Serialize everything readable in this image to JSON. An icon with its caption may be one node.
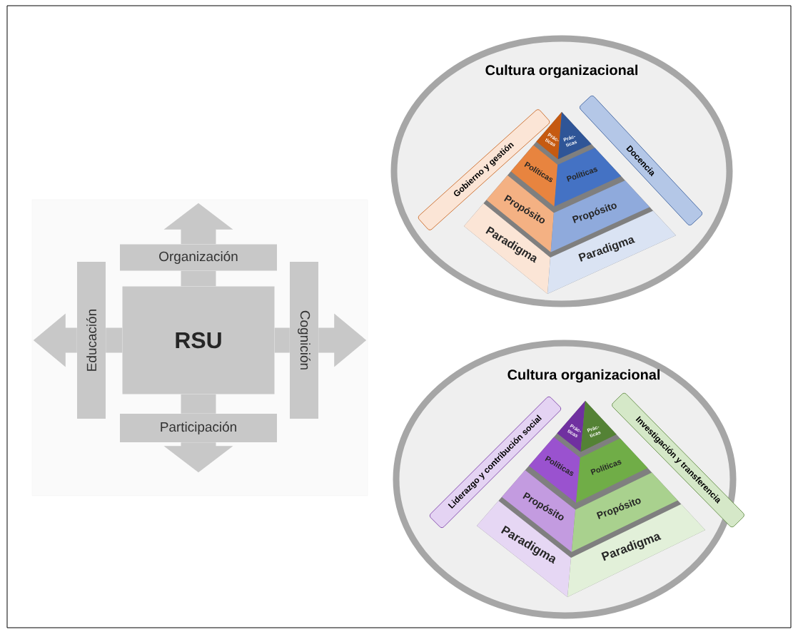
{
  "diagram": {
    "nodes": [
      {
        "text": [
          "Organización"
        ]
      },
      {
        "text": [
          "Educación"
        ]
      },
      {
        "text": [
          "RSU"
        ]
      },
      {
        "text": [
          "Cognición"
        ]
      },
      {
        "text": [
          "Participación"
        ]
      },
      {
        "text": [
          "Cultura organizacional"
        ]
      },
      {
        "text": [
          "Gobierno y gestión"
        ],
        "in": 5
      },
      {
        "text": [
          "Docencia"
        ],
        "in": 5
      },
      {
        "text": [
          "Prác- ticas"
        ],
        "in": 5
      },
      {
        "text": [
          "Prác- ticas"
        ],
        "in": 5
      },
      {
        "text": [
          "Políticas"
        ],
        "in": 5
      },
      {
        "text": [
          "Políticas"
        ],
        "in": 5
      },
      {
        "text": [
          "Propósito"
        ],
        "in": 5
      },
      {
        "text": [
          "Propósito"
        ],
        "in": 5
      },
      {
        "text": [
          "Paradigma"
        ],
        "in": 5
      },
      {
        "text": [
          "Paradigma"
        ],
        "in": 5
      },
      {
        "text": [
          "Cultura organizacional"
        ]
      },
      {
        "text": [
          "Liderazgo y contribución social"
        ],
        "in": 16
      },
      {
        "text": [
          "Investigación y transferencia"
        ],
        "in": 16
      },
      {
        "text": [
          "Prác- ticas"
        ],
        "in": 16
      },
      {
        "text": [
          "Prác- ticas"
        ],
        "in": 16
      },
      {
        "text": [
          "Políticas"
        ],
        "in": 16
      },
      {
        "text": [
          "Políticas"
        ],
        "in": 16
      },
      {
        "text": [
          "Propósito"
        ],
        "in": 16
      },
      {
        "text": [
          "Propósito"
        ],
        "in": 16
      },
      {
        "text": [
          "Paradigma"
        ],
        "in": 16
      },
      {
        "text": [
          "Paradigma"
        ],
        "in": 16
      }
    ],
    "edges": [
      {
        "from": 2,
        "to": 0,
        "arrow": "none"
      },
      {
        "from": 2,
        "to": 1,
        "arrow": "none"
      },
      {
        "from": 2,
        "to": 3,
        "arrow": "none"
      },
      {
        "from": 2,
        "to": 4,
        "arrow": "none"
      },
      {
        "from": 0,
        "to": null,
        "arrow": "to"
      },
      {
        "from": 1,
        "to": null,
        "arrow": "to"
      },
      {
        "from": 3,
        "to": null,
        "arrow": "to"
      },
      {
        "from": 4,
        "to": null,
        "arrow": "to"
      }
    ]
  }
}
